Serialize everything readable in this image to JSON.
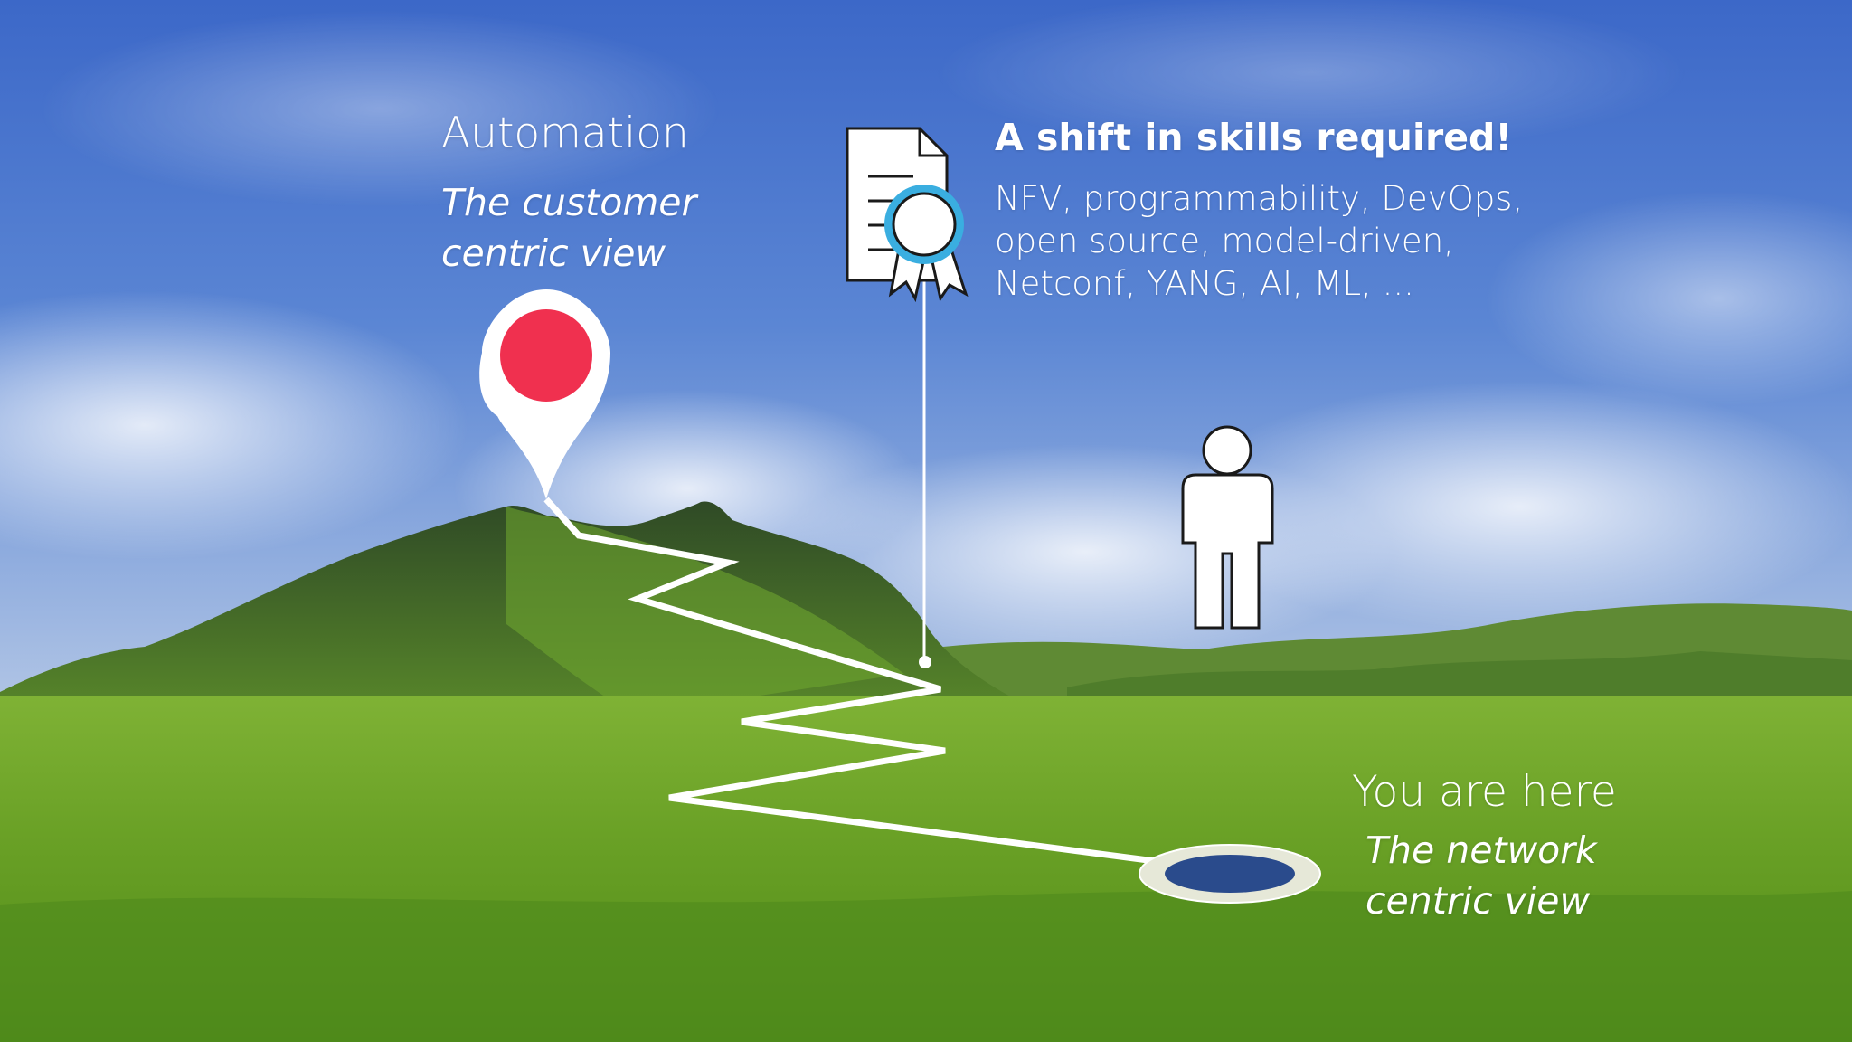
{
  "automation": {
    "title": "Automation",
    "subtitle_lines": [
      "The customer",
      "centric view"
    ]
  },
  "skills": {
    "title": "A shift in skills required!",
    "body_lines": [
      "NFV, programmability, DevOps,",
      "open source, model-driven,",
      "Netconf, YANG, AI, ML, ..."
    ]
  },
  "current": {
    "title": "You are here",
    "subtitle_lines": [
      "The network",
      "centric view"
    ]
  },
  "colors": {
    "sky_top": "#3f6fcf",
    "sky_bottom": "#9cb7df",
    "grass": "#6ea52a",
    "mountain": "#3d5a2a",
    "destination_pin": "#f0304f",
    "origin_marker": "#2a4b8c",
    "path": "#ffffff"
  },
  "icons": [
    "map-pin-icon",
    "certificate-icon",
    "person-icon",
    "location-disc-icon"
  ]
}
